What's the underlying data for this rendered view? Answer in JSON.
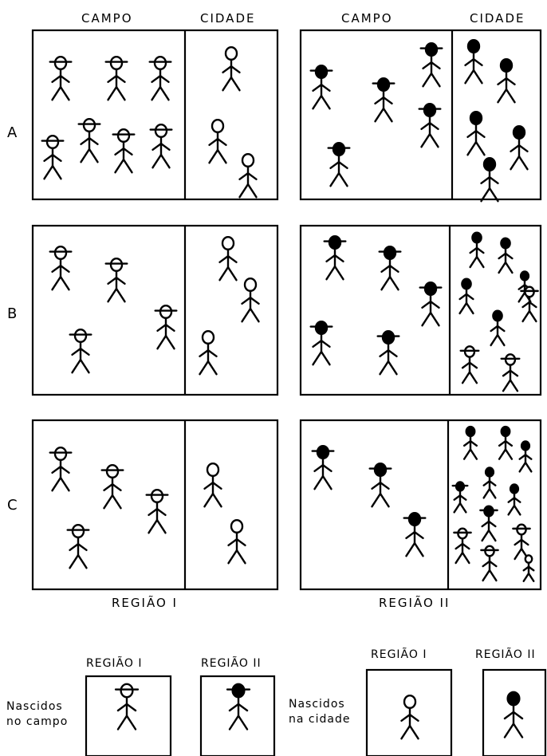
{
  "headers": {
    "region1_campo": "CAMPO",
    "region1_cidade": "CIDADE",
    "region2_campo": "CAMPO",
    "region2_cidade": "CIDADE"
  },
  "rows": [
    "A",
    "B",
    "C"
  ],
  "regions": {
    "region1": "REGIÃO I",
    "region2": "REGIÃO II"
  },
  "legend": {
    "countryside_label_line1": "Nascidos",
    "countryside_label_line2": "no campo",
    "city_label_line1": "Nascidos",
    "city_label_line2": "na cidade",
    "region1": "REGIÃO I",
    "region2": "REGIÃO II"
  },
  "figure_key": {
    "hat": "born in countryside",
    "no_hat": "born in city",
    "white_head": "from Região I",
    "black_head": "from Região II"
  }
}
